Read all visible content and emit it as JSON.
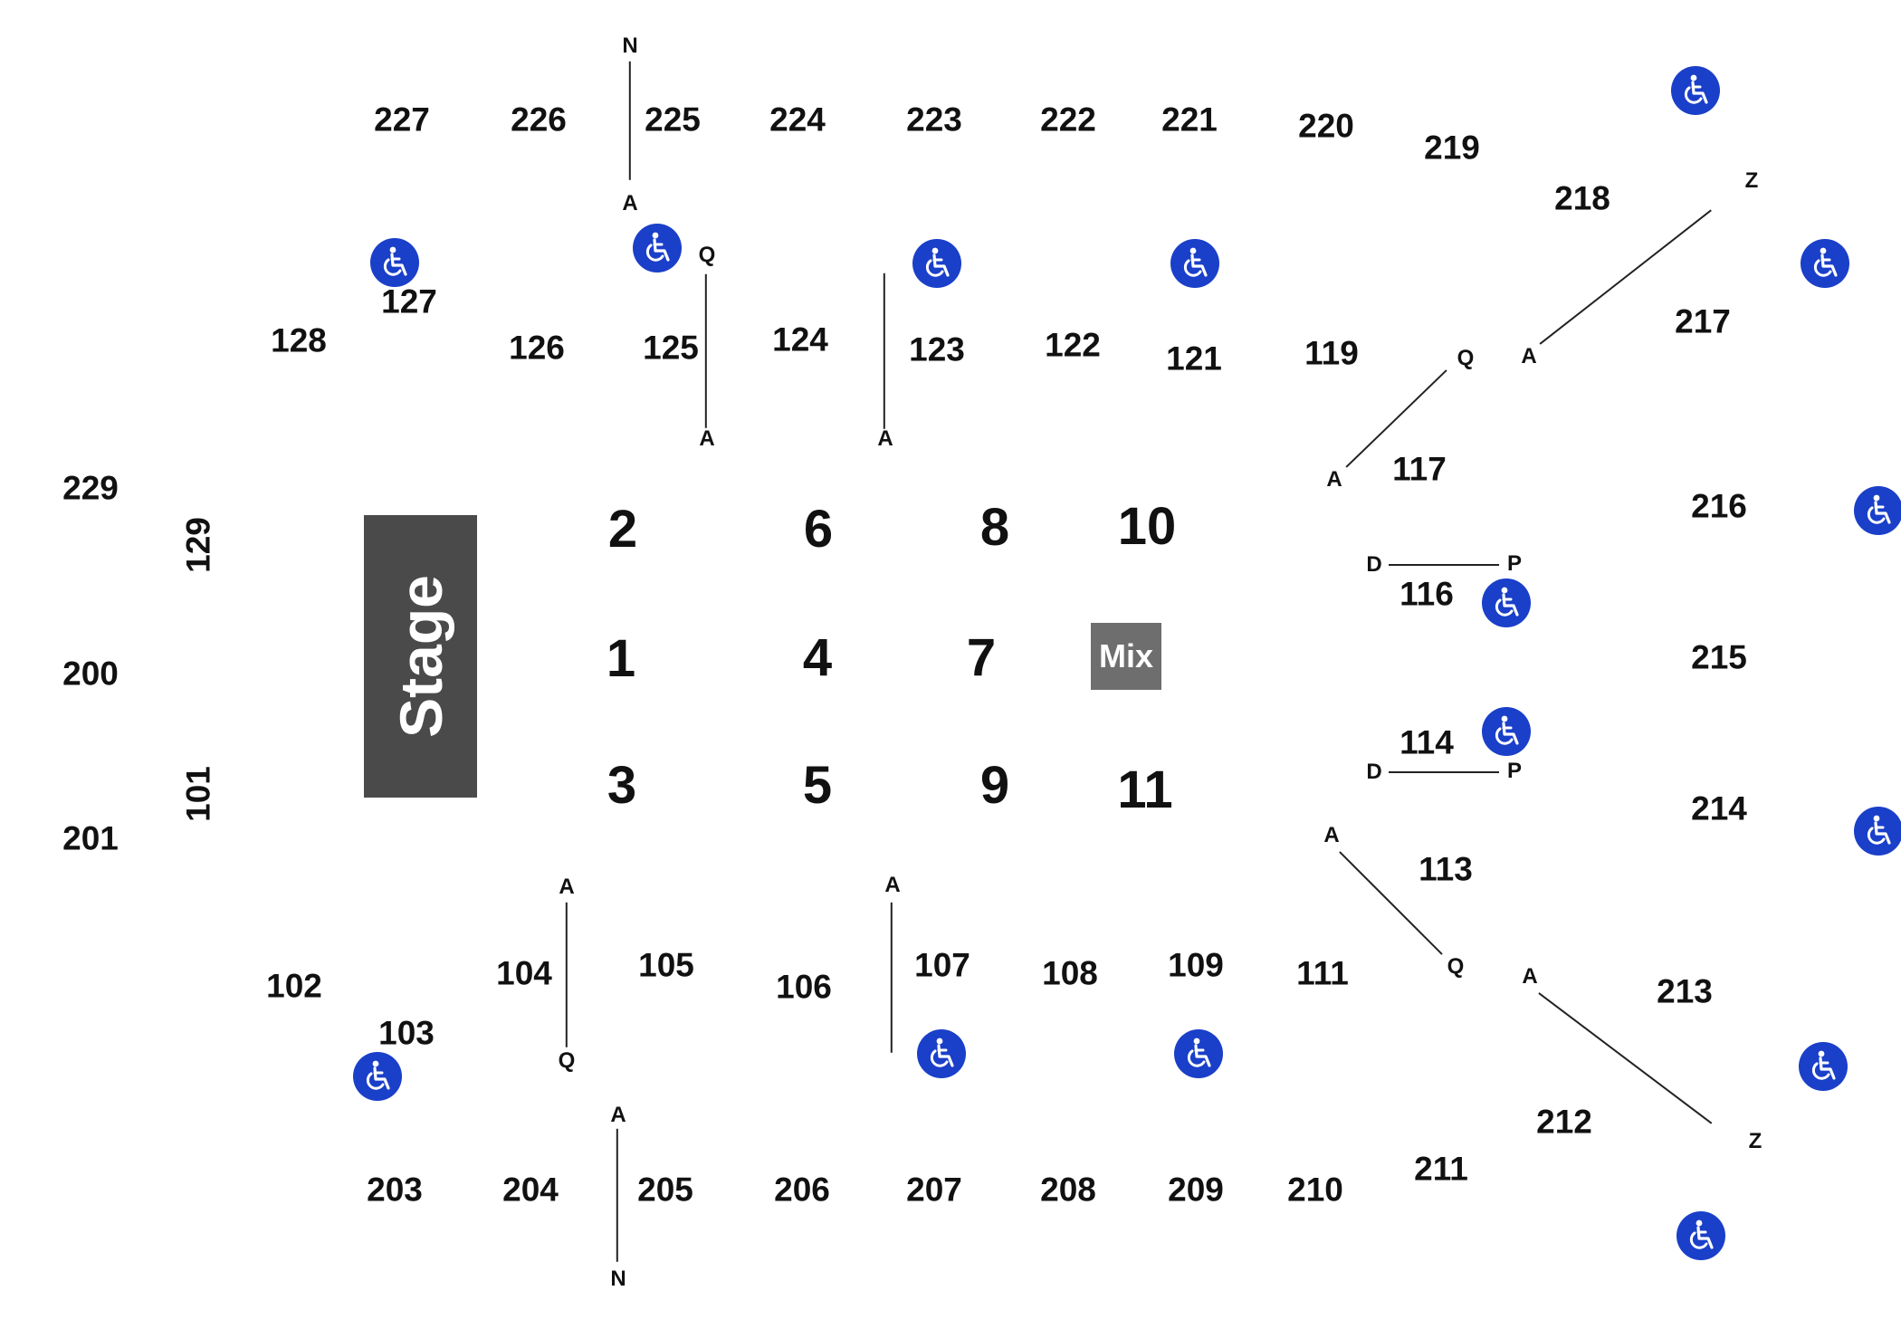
{
  "stage_label": "Stage",
  "mix_label": "Mix",
  "sections_200": [
    "227",
    "226",
    "225",
    "224",
    "223",
    "222",
    "221",
    "220",
    "219",
    "218",
    "217",
    "216",
    "215",
    "214",
    "213",
    "212",
    "211",
    "210",
    "209",
    "208",
    "207",
    "206",
    "205",
    "204",
    "203",
    "229",
    "200",
    "201"
  ],
  "sections_100": [
    "128",
    "127",
    "126",
    "125",
    "124",
    "123",
    "122",
    "121",
    "119",
    "117",
    "116",
    "114",
    "113",
    "111",
    "109",
    "108",
    "107",
    "106",
    "105",
    "104",
    "103",
    "102",
    "101",
    "129"
  ],
  "floor_sections": [
    "1",
    "2",
    "3",
    "4",
    "5",
    "6",
    "7",
    "8",
    "9",
    "10",
    "11"
  ],
  "row_markers": {
    "top_aisle": [
      "N",
      "A"
    ],
    "left_aisle_125": [
      "Q",
      "A"
    ],
    "aisle_123": "A",
    "right_upper_inner": [
      "Q",
      "A"
    ],
    "right_upper_outer": [
      "Z",
      "A"
    ],
    "section_116": [
      "D",
      "P"
    ],
    "section_114": [
      "D",
      "P"
    ],
    "right_lower_inner": [
      "A",
      "Q"
    ],
    "right_lower_outer": [
      "A",
      "Z"
    ],
    "aisle_104": [
      "A",
      "Q"
    ],
    "aisle_107": "A",
    "bottom_aisle": [
      "A",
      "N"
    ]
  },
  "accessible_icon": "wheelchair-icon",
  "colors": {
    "accessible": "#1a3fc9",
    "stage": "#4a4a4a",
    "mix": "#6e6e6e"
  }
}
